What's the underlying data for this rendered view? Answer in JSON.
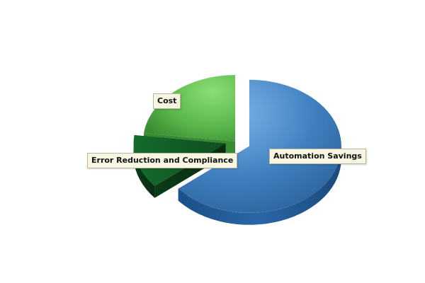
{
  "chart_data": {
    "type": "pie",
    "title": "",
    "categories": [
      "Automation Savings",
      "Error Reduction and Compliance",
      "Cost"
    ],
    "values": [
      64,
      13,
      23
    ],
    "colors": [
      "#3b7fc4",
      "#1f6e3a",
      "#58b84c"
    ],
    "exploded": [
      "Automation Savings",
      "Error Reduction and Compliance"
    ],
    "style": "3d-tilted",
    "legend": "none"
  }
}
